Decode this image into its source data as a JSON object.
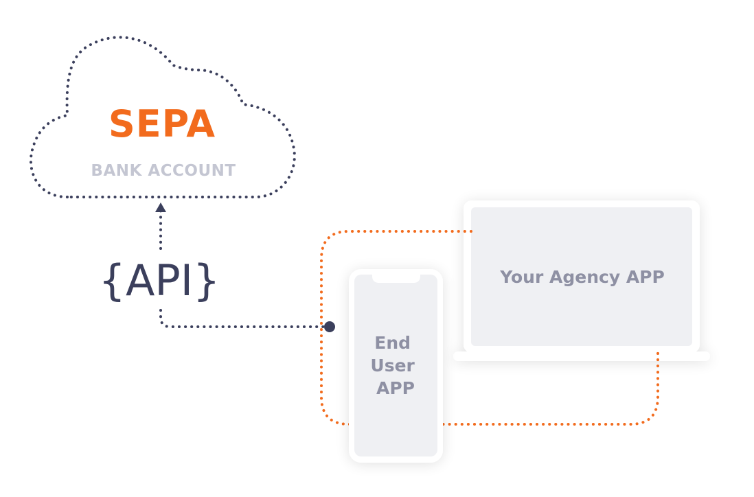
{
  "cloud": {
    "title": "SEPA",
    "subtitle": "BANK ACCOUNT"
  },
  "api": {
    "label": "{API}"
  },
  "devices": {
    "laptop_label": "Your Agency APP",
    "phone_label_lines": [
      "End",
      "User",
      "APP"
    ]
  },
  "colors": {
    "accent_orange": "#f26b1d",
    "navy": "#3b3f5c",
    "subtitle_grey": "#c4c6d2",
    "device_fill": "#eff0f3",
    "device_text": "#8e90a3"
  }
}
